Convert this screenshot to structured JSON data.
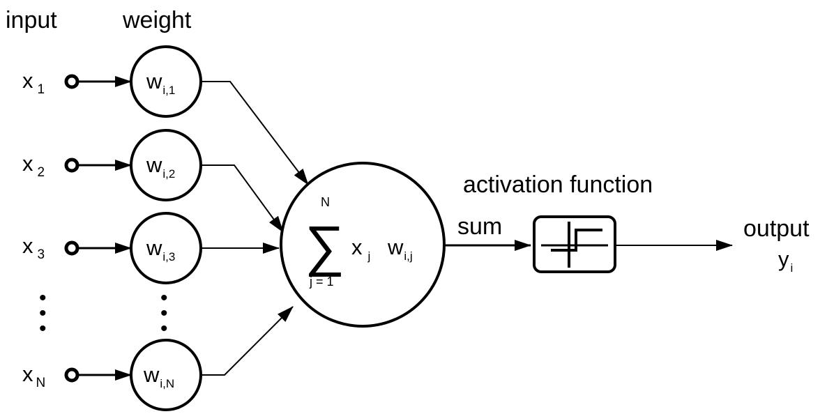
{
  "labels": {
    "input": "input",
    "weight": "weight",
    "activation": "activation function",
    "sum": "sum",
    "output": "output"
  },
  "inputs": [
    {
      "base": "x",
      "sub": "1"
    },
    {
      "base": "x",
      "sub": "2"
    },
    {
      "base": "x",
      "sub": "3"
    },
    {
      "base": "x",
      "sub": "N"
    }
  ],
  "weights": [
    {
      "base": "w",
      "sub": "i,1"
    },
    {
      "base": "w",
      "sub": "i,2"
    },
    {
      "base": "w",
      "sub": "i,3"
    },
    {
      "base": "w",
      "sub": "i,N"
    }
  ],
  "summation": {
    "sigma": "∑",
    "upper": "N",
    "lower": "j = 1",
    "x_base": "x",
    "x_sub": "j",
    "w_base": "w",
    "w_sub": "i,j"
  },
  "output": {
    "base": "y",
    "sub": "i"
  },
  "ellipsis_dot": "•",
  "activation_icon": "step-function-icon"
}
